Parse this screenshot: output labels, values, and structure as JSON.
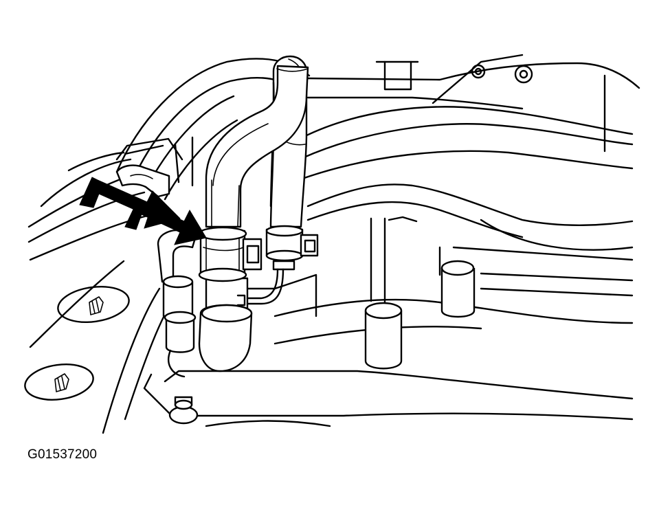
{
  "figure": {
    "id_label": "G01537200",
    "ink_color": "#000000",
    "background_color": "#ffffff",
    "callouts": [
      {
        "name": "callout-arrow-upper",
        "icon": "filled-arrow-right"
      },
      {
        "name": "callout-arrow-lower",
        "icon": "filled-arrow-right"
      }
    ]
  }
}
